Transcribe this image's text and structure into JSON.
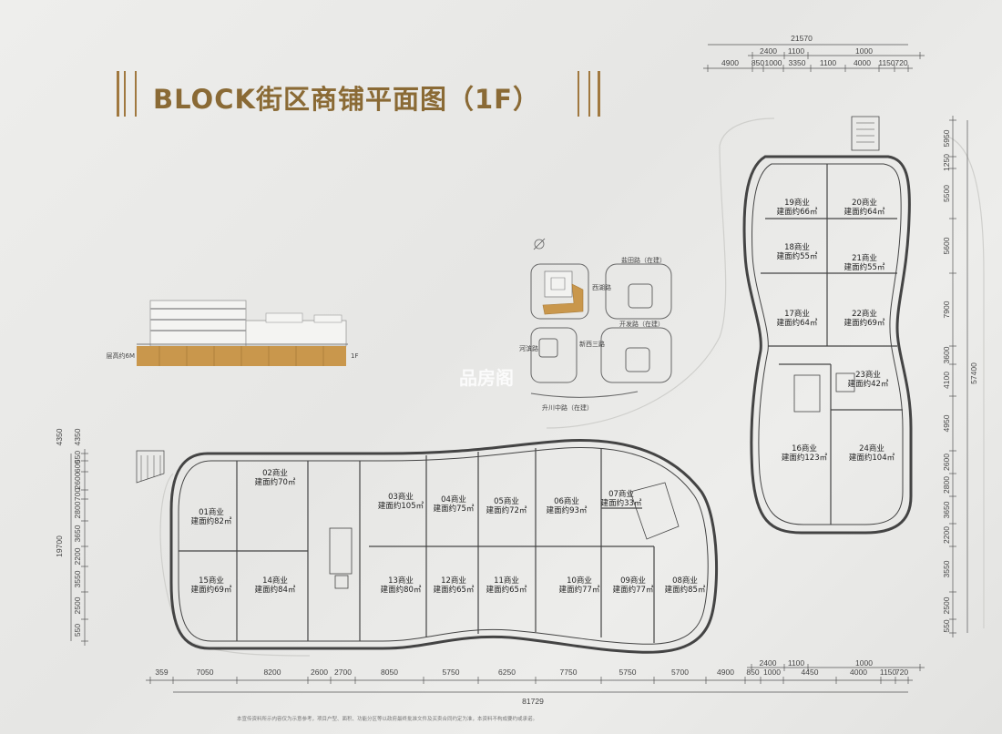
{
  "title": "BLOCK街区商铺平面图（1F）",
  "elevation": {
    "floor_height": "层高约6M",
    "floor": "1F"
  },
  "site_map": {
    "roads": [
      "盐田路（在建）",
      "西湖路",
      "河滨路",
      "新西三路",
      "开发路（在建）",
      "升川中路（在建）"
    ],
    "watermark": "品房阁"
  },
  "units": [
    {
      "name": "01商业",
      "area": "建面约82㎡"
    },
    {
      "name": "02商业",
      "area": "建面约70㎡"
    },
    {
      "name": "03商业",
      "area": "建面约105㎡"
    },
    {
      "name": "04商业",
      "area": "建面约75㎡"
    },
    {
      "name": "05商业",
      "area": "建面约72㎡"
    },
    {
      "name": "06商业",
      "area": "建面约93㎡"
    },
    {
      "name": "07商业",
      "area": "建面约33㎡"
    },
    {
      "name": "08商业",
      "area": "建面约85㎡"
    },
    {
      "name": "09商业",
      "area": "建面约77㎡"
    },
    {
      "name": "10商业",
      "area": "建面约77㎡"
    },
    {
      "name": "11商业",
      "area": "建面约65㎡"
    },
    {
      "name": "12商业",
      "area": "建面约65㎡"
    },
    {
      "name": "13商业",
      "area": "建面约80㎡"
    },
    {
      "name": "14商业",
      "area": "建面约84㎡"
    },
    {
      "name": "15商业",
      "area": "建面约69㎡"
    },
    {
      "name": "16商业",
      "area": "建面约123㎡"
    },
    {
      "name": "17商业",
      "area": "建面约64㎡"
    },
    {
      "name": "18商业",
      "area": "建面约55㎡"
    },
    {
      "name": "19商业",
      "area": "建面约66㎡"
    },
    {
      "name": "20商业",
      "area": "建面约64㎡"
    },
    {
      "name": "21商业",
      "area": "建面约55㎡"
    },
    {
      "name": "22商业",
      "area": "建面约69㎡"
    },
    {
      "name": "23商业",
      "area": "建面约42㎡"
    },
    {
      "name": "24商业",
      "area": "建面约104㎡"
    }
  ],
  "dimensions": {
    "top_total": "21570",
    "top_row1": [
      "2400",
      "1100",
      "1000"
    ],
    "top_row2": [
      "4900",
      "850",
      "1000",
      "3350",
      "1100",
      "4000",
      "1150",
      "720"
    ],
    "bottom_total": "81729",
    "bottom_row1": [
      "2400",
      "1100",
      "1000"
    ],
    "bottom_row2": [
      "359",
      "7050",
      "8200",
      "2600",
      "2700",
      "8050",
      "5750",
      "6250",
      "7750",
      "5750",
      "5700",
      "4900",
      "850",
      "1000",
      "4450",
      "4000",
      "1150",
      "720"
    ],
    "right_total": "57400",
    "right_segments": [
      "5950",
      "1250",
      "5500",
      "5600",
      "7900",
      "3600",
      "4100",
      "4950",
      "2600",
      "2800",
      "3650",
      "2200",
      "3550",
      "2500",
      "550"
    ],
    "left_total": "19700",
    "left_top": [
      "4350",
      "4350"
    ],
    "left_segments": [
      "550",
      "600",
      "2600",
      "700",
      "2800",
      "3650",
      "2200",
      "3550",
      "2500",
      "550"
    ]
  },
  "disclaimer": "本宣传资料所示内容仅为示意参考，项目户型、面积、功能分区等以政府最终批准文件及买卖合同约定为准，本资料不构成要约或承诺。"
}
